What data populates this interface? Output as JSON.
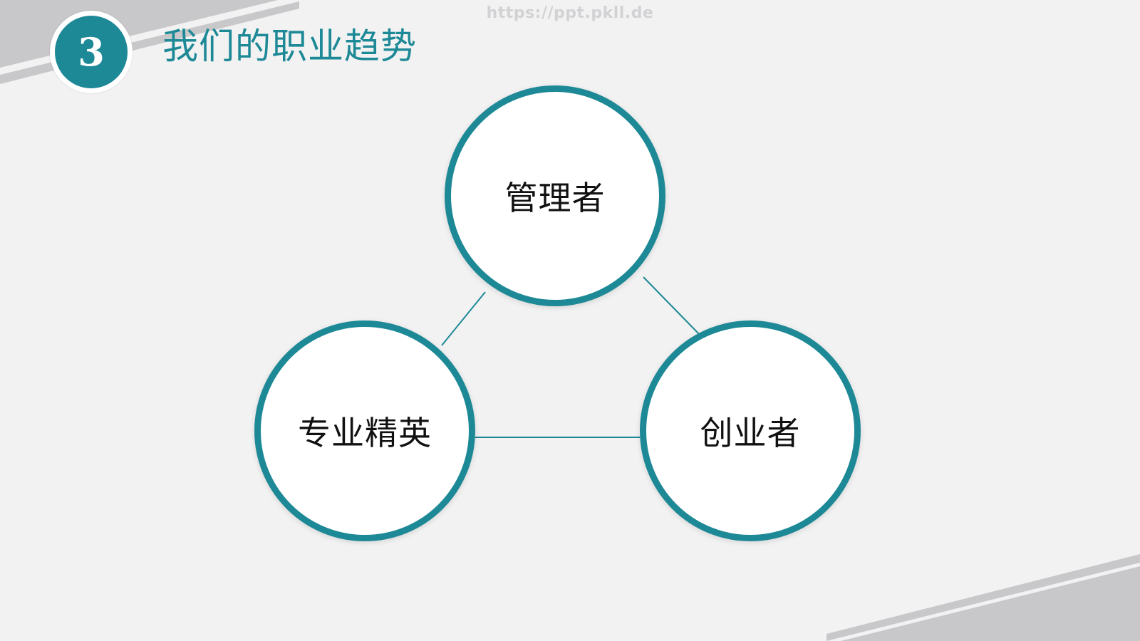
{
  "watermark": "https://ppt.pkll.de",
  "header": {
    "section_number": "3",
    "title": "我们的职业趋势"
  },
  "diagram": {
    "nodes": [
      {
        "id": "top",
        "label": "管理者"
      },
      {
        "id": "left",
        "label": "专业精英"
      },
      {
        "id": "right",
        "label": "创业者"
      }
    ],
    "edges": [
      [
        "top",
        "left"
      ],
      [
        "top",
        "right"
      ],
      [
        "left",
        "right"
      ]
    ]
  },
  "colors": {
    "accent": "#1e8996",
    "background": "#f2f2f3",
    "stripe": "#c8c8ca",
    "node_fill": "#ffffff",
    "label_text": "#111111"
  }
}
